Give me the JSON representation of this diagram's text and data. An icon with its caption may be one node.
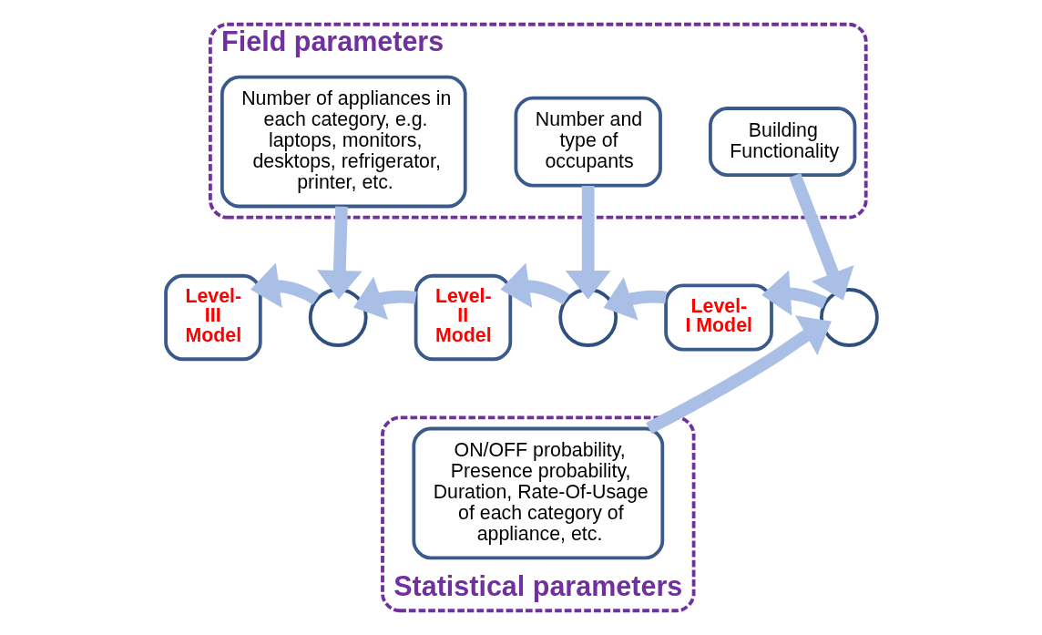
{
  "diagram": {
    "nodes": [
      {
        "text": [
          "Field parameters"
        ]
      },
      {
        "text": [
          "Number of appliances in each category, e.g. laptops, monitors, desktops, refrigerator, printer, etc."
        ],
        "in": 0
      },
      {
        "text": [
          "Number and type of occupants"
        ],
        "in": 0
      },
      {
        "text": [
          "Building Functionality"
        ],
        "in": 0
      },
      {
        "text": [
          "Level- III Model"
        ]
      },
      {
        "text": [],
        "shape": "circle"
      },
      {
        "text": [
          "Level- II Model"
        ]
      },
      {
        "text": [],
        "shape": "circle"
      },
      {
        "text": [
          "Level- I Model"
        ]
      },
      {
        "text": [],
        "shape": "circle"
      },
      {
        "text": [
          "Statistical parameters"
        ]
      },
      {
        "text": [
          "ON/OFF probability, Presence probability, Duration, Rate-Of-Usage of each category of appliance, etc."
        ],
        "in": 10
      }
    ],
    "edges": [
      {
        "from": 1,
        "to": 5,
        "arrow": "to"
      },
      {
        "from": 2,
        "to": 7,
        "arrow": "to"
      },
      {
        "from": 3,
        "to": 9,
        "arrow": "to"
      },
      {
        "from": 11,
        "to": 9,
        "arrow": "to"
      },
      {
        "from": 9,
        "to": 8,
        "arrow": "to"
      },
      {
        "from": 8,
        "to": 7,
        "arrow": "to"
      },
      {
        "from": 7,
        "to": 6,
        "arrow": "to"
      },
      {
        "from": 6,
        "to": 5,
        "arrow": "to"
      },
      {
        "from": 5,
        "to": 4,
        "arrow": "to"
      }
    ]
  }
}
